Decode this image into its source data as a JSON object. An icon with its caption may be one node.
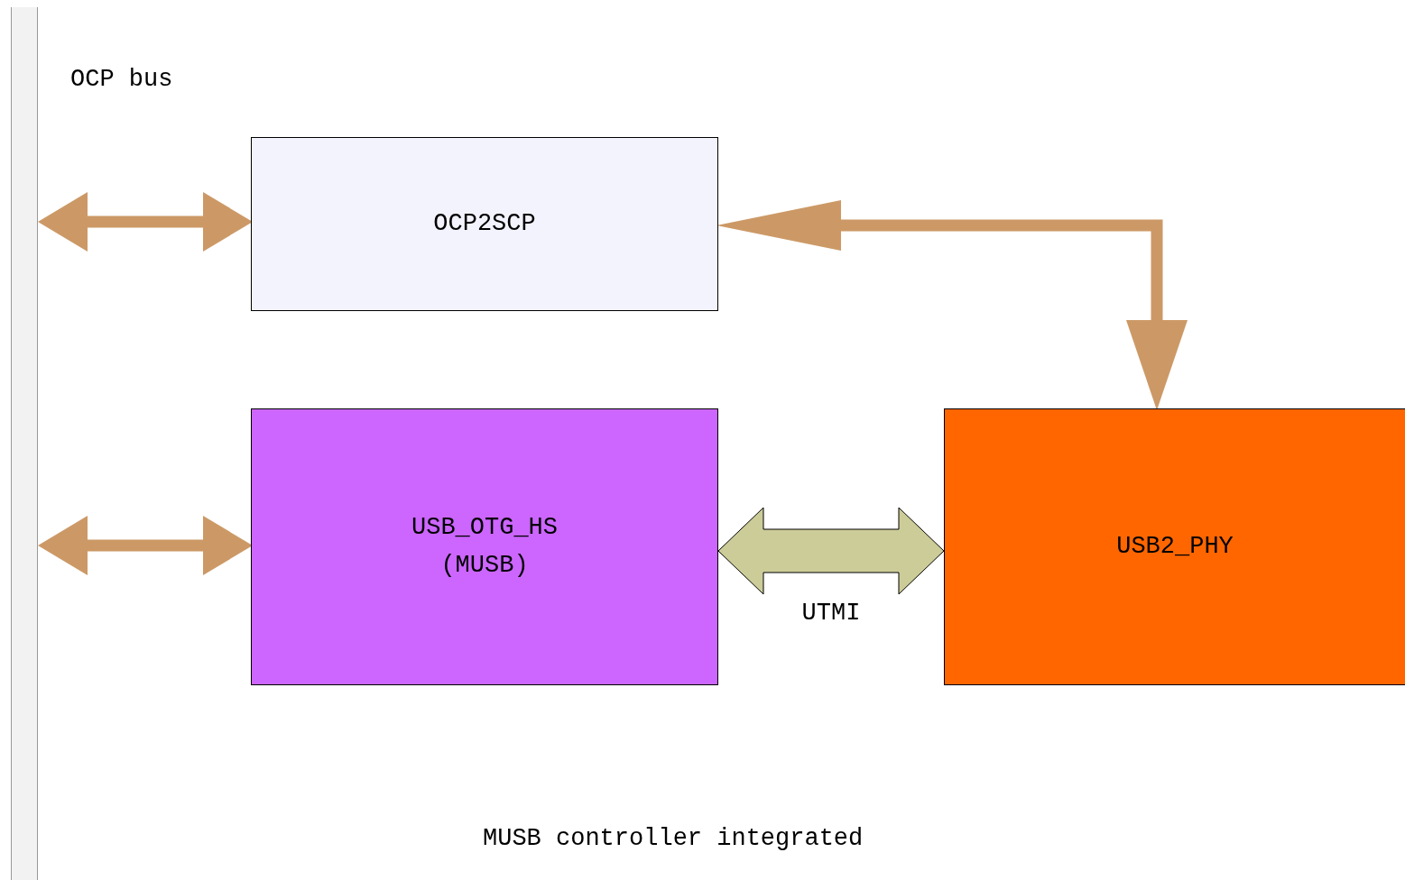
{
  "diagram": {
    "caption": "MUSB controller integrated",
    "nodes": [
      {
        "text": [
          "OCP bus"
        ]
      },
      {
        "text": [
          "OCP2SCP"
        ]
      },
      {
        "text": [
          "USB_OTG_HS (MUSB)"
        ]
      },
      {
        "text": [
          "USB2_PHY"
        ]
      }
    ],
    "edges": [
      {
        "from": 0,
        "to": 1,
        "arrow": "both"
      },
      {
        "from": 0,
        "to": 2,
        "arrow": "both"
      },
      {
        "from": 1,
        "to": 3,
        "arrow": "both"
      },
      {
        "from": 2,
        "to": 3,
        "arrow": "both",
        "label": "UTMI",
        "color": "#cccc99"
      }
    ]
  }
}
